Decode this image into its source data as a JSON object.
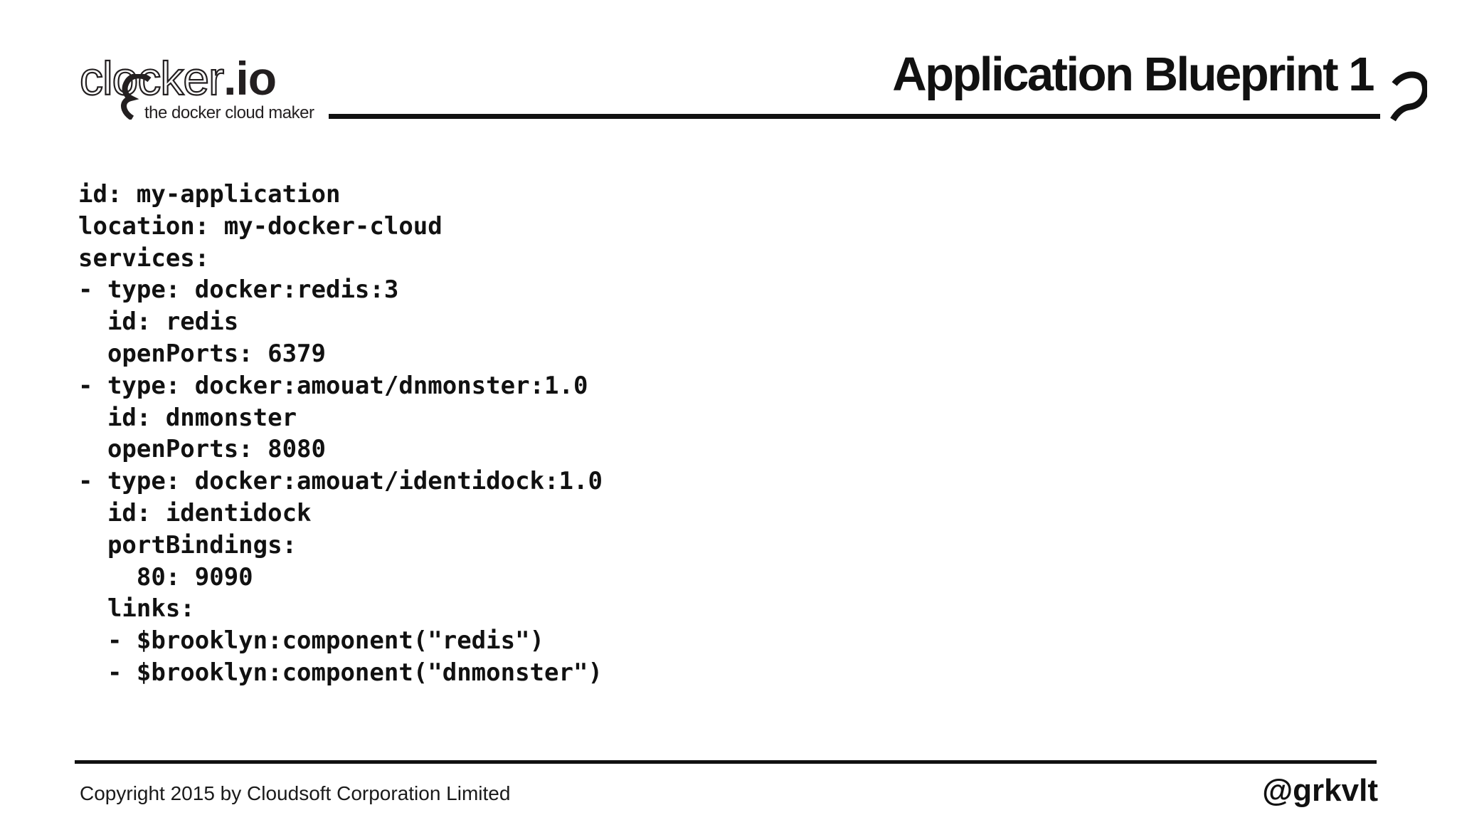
{
  "colors": {
    "background": "#ffffff",
    "ink": "#111111",
    "logo_ink": "#231f20"
  },
  "header": {
    "logo": {
      "brand": "clocker",
      "brand_suffix": ".io",
      "tagline": "the docker cloud maker",
      "swirl_icon": "cloud-swirl-icon"
    },
    "title": "Application Blueprint 1",
    "hook_icon": "cloud-hook-icon"
  },
  "code": {
    "language": "yaml",
    "lines": [
      "id: my-application",
      "location: my-docker-cloud",
      "services:",
      "- type: docker:redis:3",
      "  id: redis",
      "  openPorts: 6379",
      "- type: docker:amouat/dnmonster:1.0",
      "  id: dnmonster",
      "  openPorts: 8080",
      "- type: docker:amouat/identidock:1.0",
      "  id: identidock",
      "  portBindings:",
      "    80: 9090",
      "  links:",
      "  - $brooklyn:component(\"redis\")",
      "  - $brooklyn:component(\"dnmonster\")"
    ]
  },
  "footer": {
    "copyright": "Copyright 2015 by Cloudsoft Corporation Limited",
    "handle": "@grkvlt"
  }
}
